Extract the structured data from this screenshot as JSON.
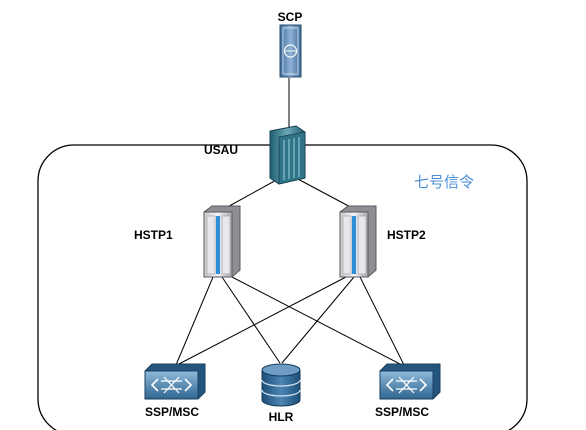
{
  "diagram": {
    "region_label": "七号信令",
    "nodes": {
      "scp": "SCP",
      "usau": "USAU",
      "hstp1": "HSTP1",
      "hstp2": "HSTP2",
      "ssp_left": "SSP/MSC",
      "hlr": "HLR",
      "ssp_right": "SSP/MSC"
    }
  }
}
